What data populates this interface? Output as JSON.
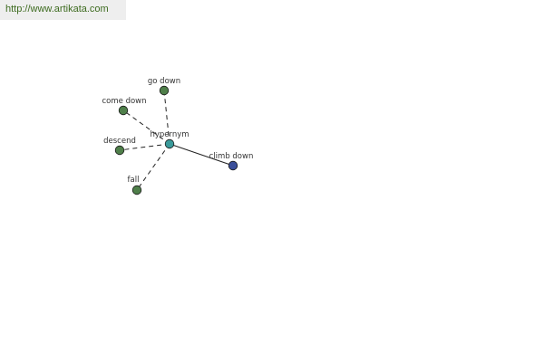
{
  "source": {
    "url_text": "http://www.artikata.com"
  },
  "graph": {
    "colors": {
      "leaf_node": "#4f7f4a",
      "center_node": "#3a9a9a",
      "target_node": "#3b4f9a",
      "node_stroke": "#1a1a1a",
      "edge": "#222222"
    },
    "nodes": [
      {
        "id": "hypernym",
        "label": "hypernym",
        "kind": "center"
      },
      {
        "id": "go-down",
        "label": "go down",
        "kind": "leaf"
      },
      {
        "id": "come-down",
        "label": "come down",
        "kind": "leaf"
      },
      {
        "id": "descend",
        "label": "descend",
        "kind": "leaf"
      },
      {
        "id": "fall",
        "label": "fall",
        "kind": "leaf"
      },
      {
        "id": "climb-down",
        "label": "climb down",
        "kind": "target"
      }
    ],
    "edges": [
      {
        "from": "hypernym",
        "to": "go-down",
        "style": "dashed"
      },
      {
        "from": "hypernym",
        "to": "come-down",
        "style": "dashed"
      },
      {
        "from": "hypernym",
        "to": "descend",
        "style": "dashed"
      },
      {
        "from": "hypernym",
        "to": "fall",
        "style": "dashed"
      },
      {
        "from": "hypernym",
        "to": "climb-down",
        "style": "solid"
      }
    ]
  }
}
